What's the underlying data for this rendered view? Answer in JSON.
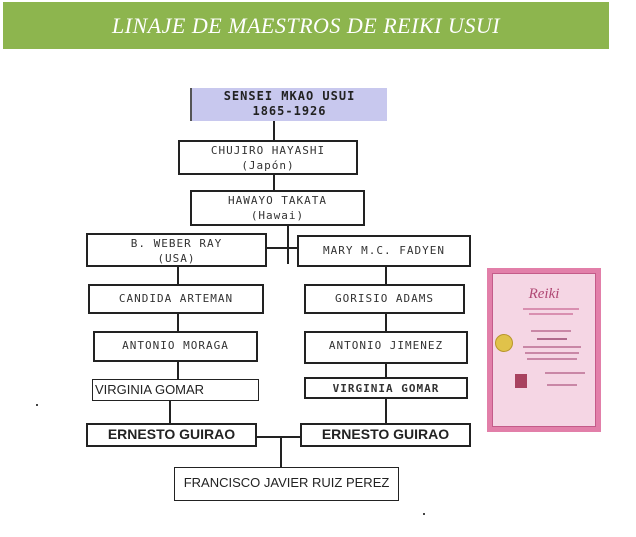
{
  "title": "LINAJE DE MAESTROS DE REIKI USUI",
  "root": {
    "line1": "SENSEI MKAO USUI",
    "line2": "1865-1926"
  },
  "chain": [
    {
      "line1": "CHUJIRO HAYASHI",
      "line2": "(Japón)"
    },
    {
      "line1": "HAWAYO TAKATA",
      "line2": "(Hawai)"
    }
  ],
  "left_branch": [
    {
      "line1": "B. WEBER RAY",
      "line2": "(USA)"
    },
    {
      "line1": "CANDIDA ARTEMAN"
    },
    {
      "line1": "ANTONIO MORAGA"
    },
    {
      "line1": "VIRGINIA GOMAR"
    },
    {
      "line1": "ERNESTO GUIRAO"
    }
  ],
  "right_branch": [
    {
      "line1": "MARY M.C. FADYEN"
    },
    {
      "line1": "GORISIO ADAMS"
    },
    {
      "line1": "ANTONIO JIMENEZ"
    },
    {
      "line1": "VIRGINIA GOMAR"
    },
    {
      "line1": "ERNESTO GUIRAO"
    }
  ],
  "final": {
    "line1": "FRANCISCO JAVIER RUIZ PEREZ"
  },
  "certificate": {
    "title": "Reiki"
  },
  "colors": {
    "banner_bg": "#8db54e",
    "banner_text": "#ffffff",
    "root_bg": "#c8c8ee",
    "certificate_frame": "#e27fa9"
  }
}
